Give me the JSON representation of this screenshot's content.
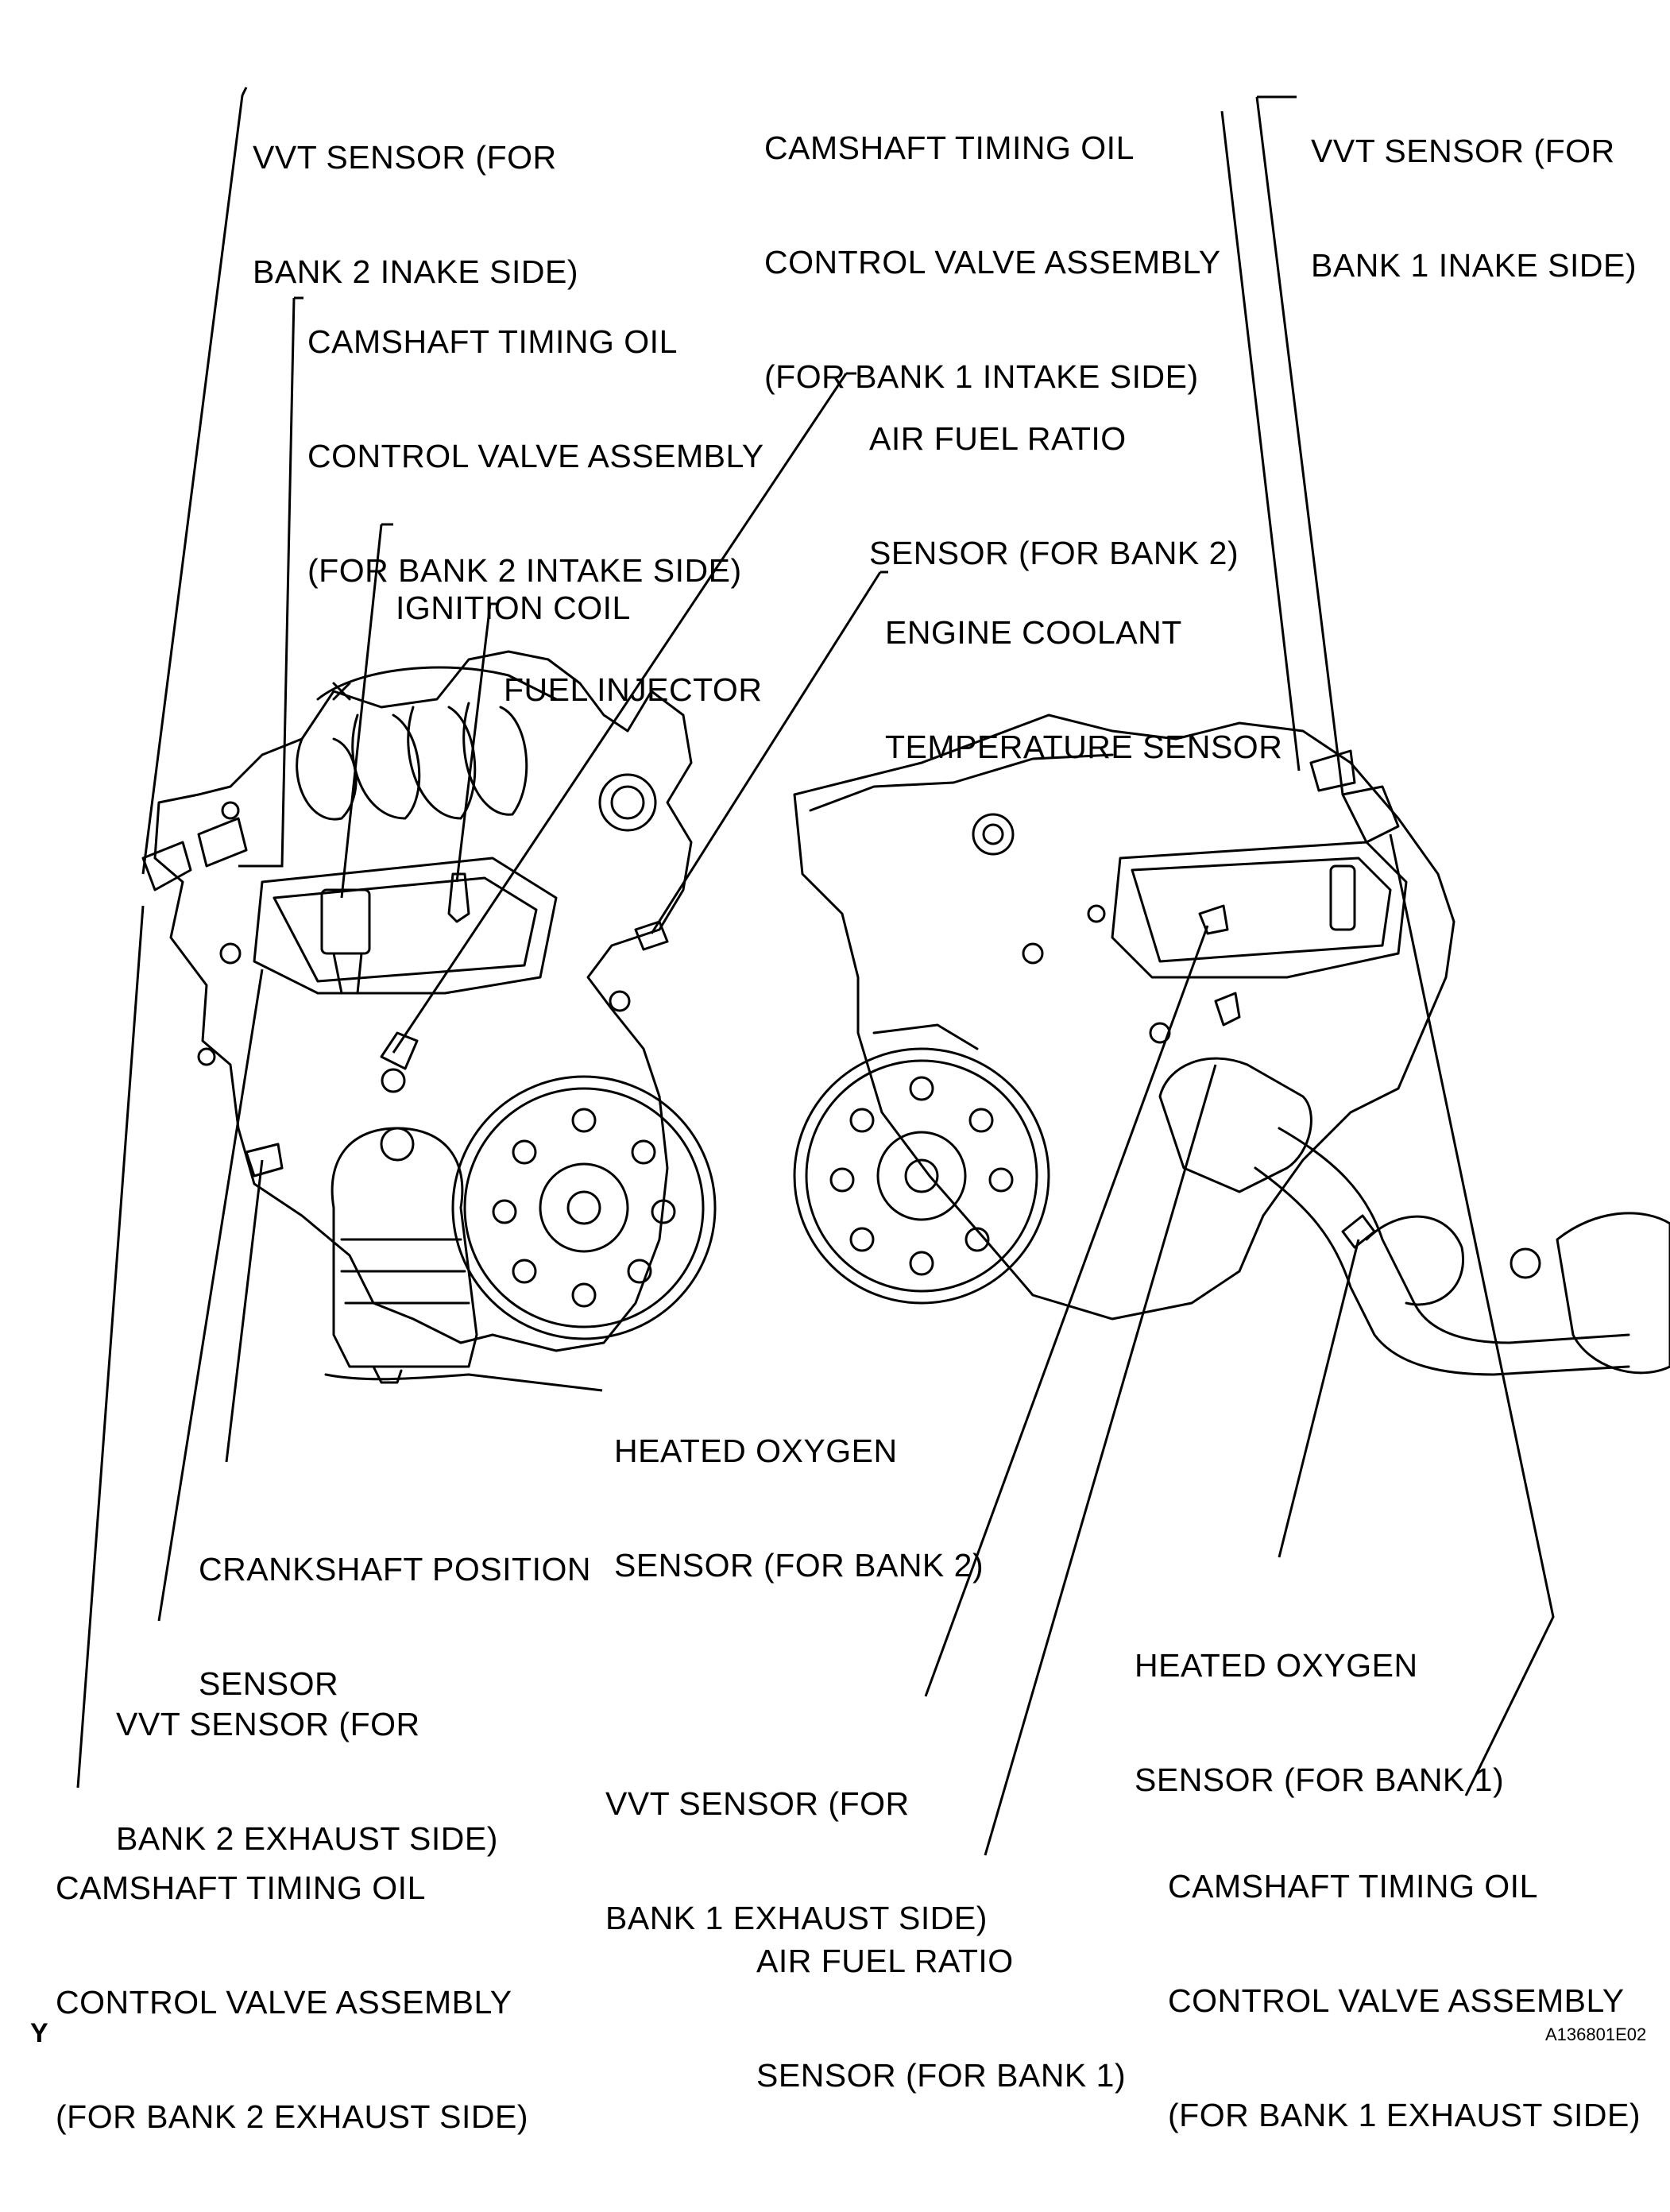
{
  "labels": {
    "vvt_b2_intake": [
      "VVT SENSOR (FOR",
      "BANK 2 INAKE SIDE)"
    ],
    "ocv_b1_intake": [
      "CAMSHAFT TIMING OIL",
      "CONTROL VALVE ASSEMBLY",
      "(FOR BANK 1 INTAKE SIDE)"
    ],
    "vvt_b1_intake": [
      "VVT SENSOR (FOR",
      "BANK 1 INAKE SIDE)"
    ],
    "ocv_b2_intake": [
      "CAMSHAFT TIMING OIL",
      "CONTROL VALVE ASSEMBLY",
      "(FOR BANK 2 INTAKE SIDE)"
    ],
    "af_b2": [
      "AIR FUEL RATIO",
      "SENSOR (FOR BANK 2)"
    ],
    "ignition_coil": [
      "IGNITION COIL"
    ],
    "ect": [
      "ENGINE COOLANT",
      "TEMPERATURE SENSOR"
    ],
    "fuel_injector": [
      "FUEL INJECTOR"
    ],
    "ho2_b2": [
      "HEATED OXYGEN",
      "SENSOR (FOR BANK 2)"
    ],
    "ckp": [
      "CRANKSHAFT POSITION",
      "SENSOR"
    ],
    "ho2_b1": [
      "HEATED OXYGEN",
      "SENSOR (FOR BANK 1)"
    ],
    "vvt_b2_exhaust": [
      "VVT SENSOR (FOR",
      "BANK 2 EXHAUST SIDE)"
    ],
    "vvt_b1_exhaust": [
      "VVT SENSOR (FOR",
      "BANK 1 EXHAUST SIDE)"
    ],
    "ocv_b2_exhaust": [
      "CAMSHAFT TIMING OIL",
      "CONTROL VALVE ASSEMBLY",
      "(FOR BANK 2 EXHAUST SIDE)"
    ],
    "ocv_b1_exhaust": [
      "CAMSHAFT TIMING OIL",
      "CONTROL VALVE ASSEMBLY",
      "(FOR BANK 1 EXHAUST SIDE)"
    ],
    "af_b1": [
      "AIR FUEL RATIO",
      "SENSOR (FOR BANK 1)"
    ]
  },
  "corner_mark": "Y",
  "figure_code": "A136801E02"
}
